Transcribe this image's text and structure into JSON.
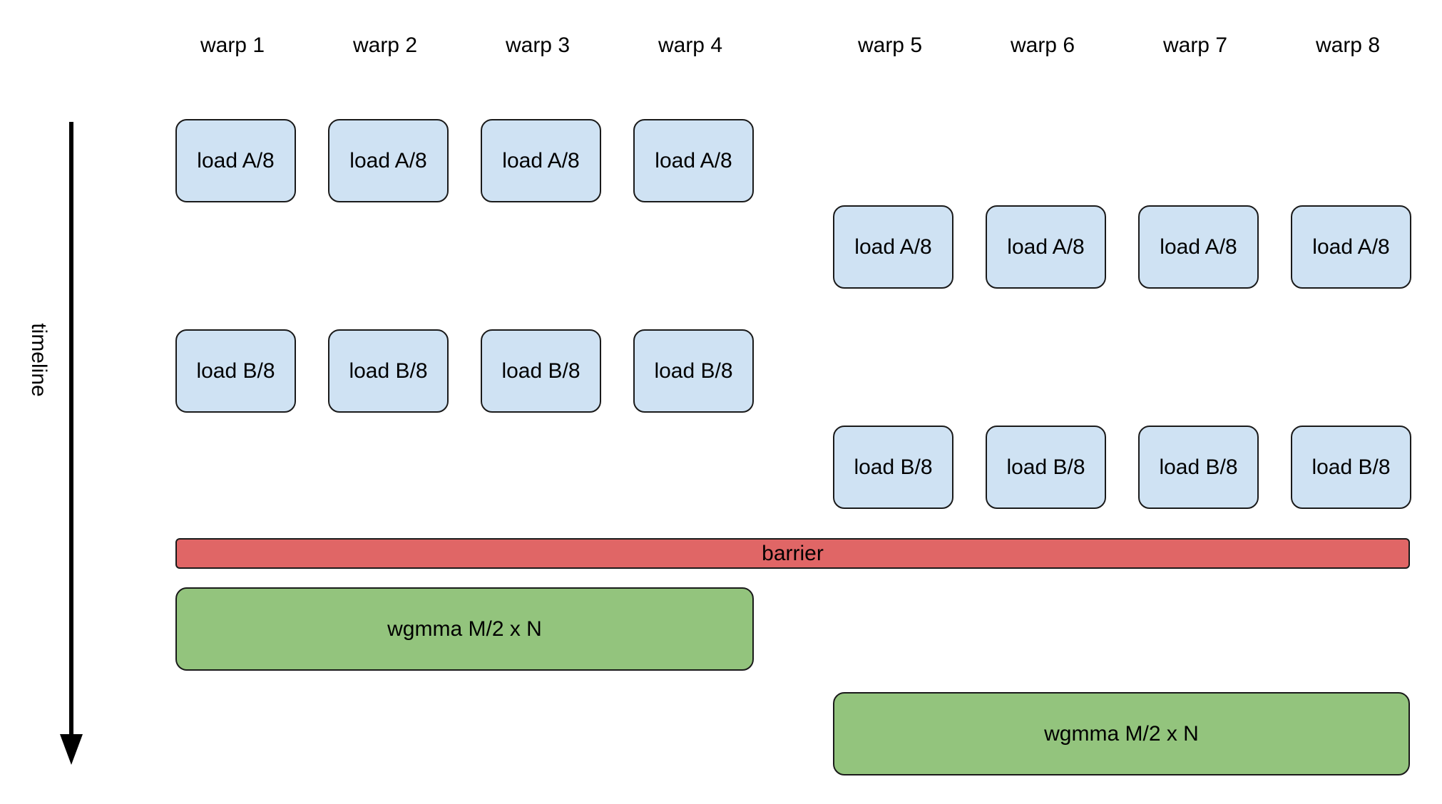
{
  "warps": [
    "warp 1",
    "warp 2",
    "warp 3",
    "warp 4",
    "warp 5",
    "warp 6",
    "warp 7",
    "warp 8"
  ],
  "timeline_label": "timeline",
  "load_a_label": "load A/8",
  "load_b_label": "load B/8",
  "barrier_label": "barrier",
  "wgmma_label": "wgmma M/2 x N",
  "colors": {
    "load": "#cfe2f3",
    "barrier": "#e06666",
    "wgmma": "#93c47d"
  }
}
